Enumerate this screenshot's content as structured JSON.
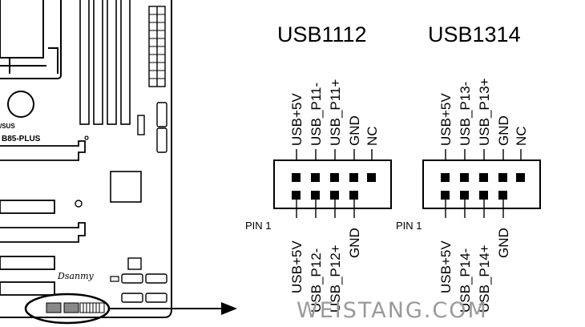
{
  "board": {
    "brand": "/SUS",
    "model": "B85-PLUS",
    "signature": "Dsanmy"
  },
  "headers": [
    {
      "title": "USB1112",
      "top_labels": [
        "USB+5V",
        "USB_P11-",
        "USB_P11+",
        "GND",
        "NC"
      ],
      "bottom_labels": [
        "USB+5V",
        "USB_P12-",
        "USB_P12+",
        "GND"
      ],
      "pin1_label": "PIN 1"
    },
    {
      "title": "USB1314",
      "top_labels": [
        "USB+5V",
        "USB_P13-",
        "USB_P13+",
        "GND",
        "NC"
      ],
      "bottom_labels": [
        "USB+5V",
        "USB_P14-",
        "USB_P14+",
        "GND"
      ],
      "pin1_label": "PIN 1"
    }
  ],
  "watermark": "WEISTANG.COM"
}
